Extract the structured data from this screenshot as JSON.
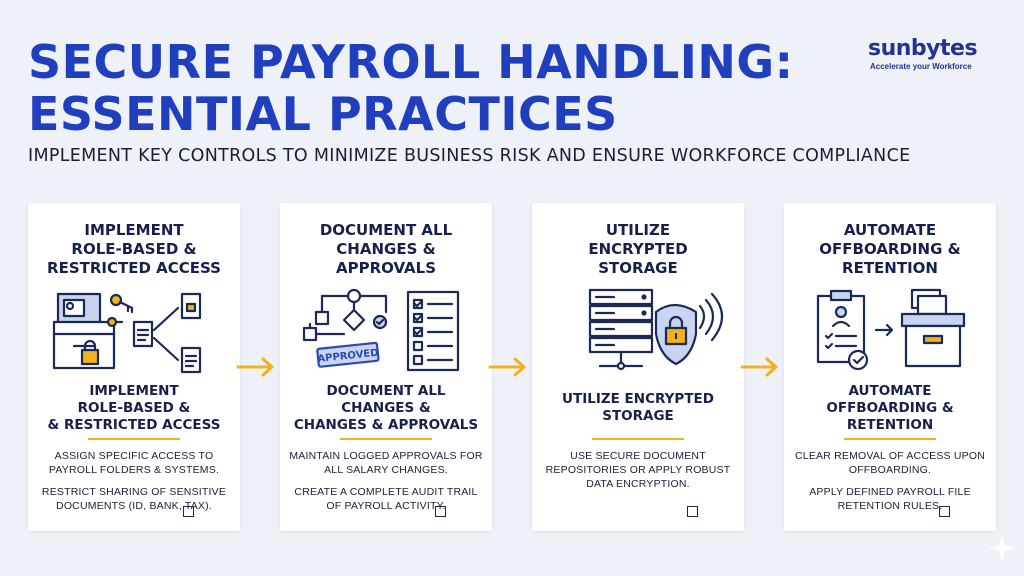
{
  "header": {
    "title_line1": "SECURE PAYROLL HANDLING:",
    "title_line2": "ESSENTIAL PRACTICES",
    "subtitle": "IMPLEMENT KEY CONTROLS TO MINIMIZE BUSINESS RISK AND ENSURE WORKFORCE COMPLIANCE"
  },
  "logo": {
    "word": "sunbytes",
    "tagline": "Accelerate your Workforce"
  },
  "colors": {
    "title": "#1f3fbf",
    "accent": "#f2b21c",
    "navy": "#1b2a55",
    "background": "#eef1f8"
  },
  "cards": [
    {
      "title": [
        "IMPLEMENT",
        "ROLE-BASED &",
        "RESTRICTED ACCESS"
      ],
      "icon": "locked-folders-icon",
      "heading": [
        "IMPLEMENT",
        "ROLE-BASED &",
        "& RESTRICTED ACCESS"
      ],
      "bullets": [
        "ASSIGN SPECIFIC ACCESS TO PAYROLL FOLDERS & SYSTEMS.",
        "RESTRICT SHARING OF SENSITIVE DOCUMENTS (ID, BANK, TAX)."
      ]
    },
    {
      "title": [
        "DOCUMENT ALL",
        "CHANGES &",
        "APPROVALS"
      ],
      "icon": "approval-workflow-icon",
      "stamp": "APPROVED",
      "heading": [
        "DOCUMENT ALL",
        "CHANGES &",
        "CHANGES & APPROVALS"
      ],
      "bullets": [
        "MAINTAIN LOGGED APPROVALS FOR ALL SALARY CHANGES.",
        "CREATE A COMPLETE AUDIT TRAIL OF PAYROLL ACTIVITY."
      ]
    },
    {
      "title": [
        "UTILIZE",
        "ENCRYPTED",
        "STORAGE"
      ],
      "icon": "encrypted-server-icon",
      "heading": [
        "UTILIZE ENCRYPTED",
        "STORAGE"
      ],
      "bullets": [
        "USE SECURE DOCUMENT REPOSITORIES OR APPLY ROBUST DATA ENCRYPTION."
      ]
    },
    {
      "title": [
        "AUTOMATE",
        "OFFBOARDING &",
        "RETENTION"
      ],
      "icon": "offboarding-archive-icon",
      "heading": [
        "AUTOMATE",
        "OFFBOARDING &",
        "RETENTION"
      ],
      "bullets": [
        "CLEAR REMOVAL OF ACCESS UPON OFFBOARDING.",
        "APPLY DEFINED PAYROLL FILE RETENTION RULES."
      ]
    }
  ]
}
